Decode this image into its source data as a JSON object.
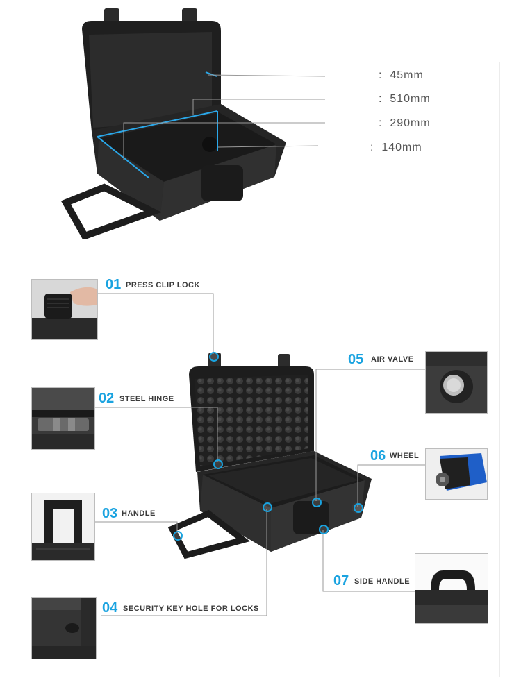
{
  "dimensions": {
    "items": [
      {
        "value": "45mm"
      },
      {
        "value": "510mm"
      },
      {
        "value": "290mm"
      },
      {
        "value": "140mm"
      }
    ],
    "separator": ":"
  },
  "features": [
    {
      "num": "01",
      "label": "PRESS CLIP LOCK",
      "icon": "clip-lock-photo"
    },
    {
      "num": "02",
      "label": "STEEL HINGE",
      "icon": "hinge-photo"
    },
    {
      "num": "03",
      "label": "HANDLE",
      "icon": "trolley-handle-photo"
    },
    {
      "num": "04",
      "label": "SECURITY KEY HOLE FOR LOCKS",
      "icon": "keyhole-photo"
    },
    {
      "num": "05",
      "label": "AIR VALVE",
      "icon": "air-valve-photo"
    },
    {
      "num": "06",
      "label": "WHEEL",
      "icon": "wheel-photo"
    },
    {
      "num": "07",
      "label": "SIDE HANDLE",
      "icon": "side-handle-photo"
    }
  ],
  "colors": {
    "accent": "#1aa3e0",
    "leader": "#9a9a9a",
    "case": "#232323"
  }
}
